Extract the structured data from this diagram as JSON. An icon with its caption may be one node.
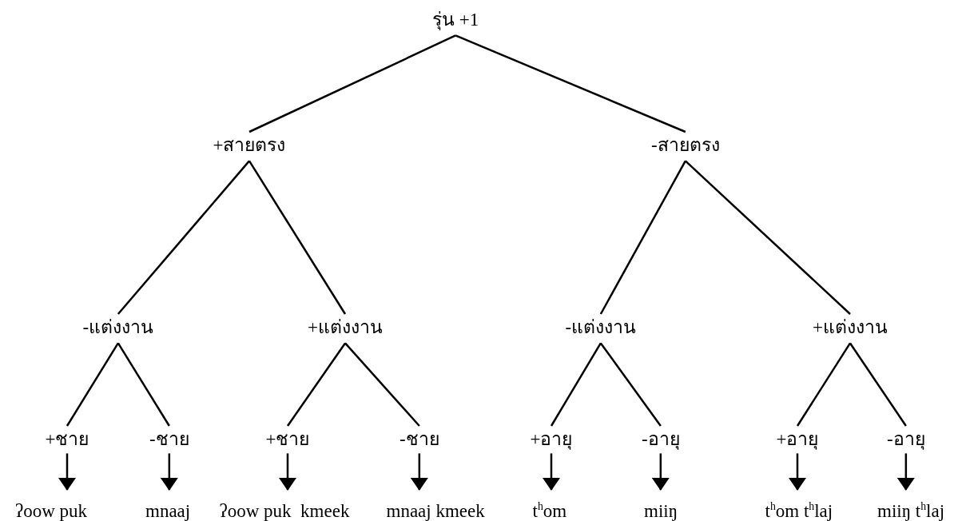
{
  "diagram": {
    "nodes": [
      {
        "text": [
          "รุ่น +1"
        ]
      },
      {
        "text": [
          "+สายตรง"
        ]
      },
      {
        "text": [
          "-สายตรง"
        ]
      },
      {
        "text": [
          "-แต่งงาน"
        ]
      },
      {
        "text": [
          "+แต่งงาน"
        ]
      },
      {
        "text": [
          "-แต่งงาน"
        ]
      },
      {
        "text": [
          "+แต่งงาน"
        ]
      },
      {
        "text": [
          "+ชาย"
        ]
      },
      {
        "text": [
          "-ชาย"
        ]
      },
      {
        "text": [
          "+ชาย"
        ]
      },
      {
        "text": [
          "-ชาย"
        ]
      },
      {
        "text": [
          "+อายุ"
        ]
      },
      {
        "text": [
          "-อายุ"
        ]
      },
      {
        "text": [
          "+อายุ"
        ]
      },
      {
        "text": [
          "-อายุ"
        ]
      },
      {
        "text": [
          "ʔoow puk"
        ]
      },
      {
        "text": [
          "mnaaj"
        ]
      },
      {
        "text": [
          "ʔoow puk  kmeek"
        ]
      },
      {
        "text": [
          "mnaaj kmeek"
        ]
      },
      {
        "text": [
          "t$^{h}$om"
        ]
      },
      {
        "text": [
          "miiŋ"
        ]
      },
      {
        "text": [
          "t$^{h}$om t$^{h}$laj"
        ]
      },
      {
        "text": [
          "miiŋ t$^{h}$laj"
        ]
      }
    ],
    "edges": [
      {
        "from": 0,
        "to": 1,
        "arrow": "none"
      },
      {
        "from": 0,
        "to": 2,
        "arrow": "none"
      },
      {
        "from": 1,
        "to": 3,
        "arrow": "none"
      },
      {
        "from": 1,
        "to": 4,
        "arrow": "none"
      },
      {
        "from": 2,
        "to": 5,
        "arrow": "none"
      },
      {
        "from": 2,
        "to": 6,
        "arrow": "none"
      },
      {
        "from": 3,
        "to": 7,
        "arrow": "none"
      },
      {
        "from": 3,
        "to": 8,
        "arrow": "none"
      },
      {
        "from": 4,
        "to": 9,
        "arrow": "none"
      },
      {
        "from": 4,
        "to": 10,
        "arrow": "none"
      },
      {
        "from": 5,
        "to": 11,
        "arrow": "none"
      },
      {
        "from": 5,
        "to": 12,
        "arrow": "none"
      },
      {
        "from": 6,
        "to": 13,
        "arrow": "none"
      },
      {
        "from": 6,
        "to": 14,
        "arrow": "none"
      },
      {
        "from": 7,
        "to": 15,
        "arrow": "to"
      },
      {
        "from": 8,
        "to": 16,
        "arrow": "to"
      },
      {
        "from": 9,
        "to": 17,
        "arrow": "to"
      },
      {
        "from": 10,
        "to": 18,
        "arrow": "to"
      },
      {
        "from": 11,
        "to": 19,
        "arrow": "to"
      },
      {
        "from": 12,
        "to": 20,
        "arrow": "to"
      },
      {
        "from": 13,
        "to": 21,
        "arrow": "to"
      },
      {
        "from": 14,
        "to": 22,
        "arrow": "to"
      }
    ]
  }
}
